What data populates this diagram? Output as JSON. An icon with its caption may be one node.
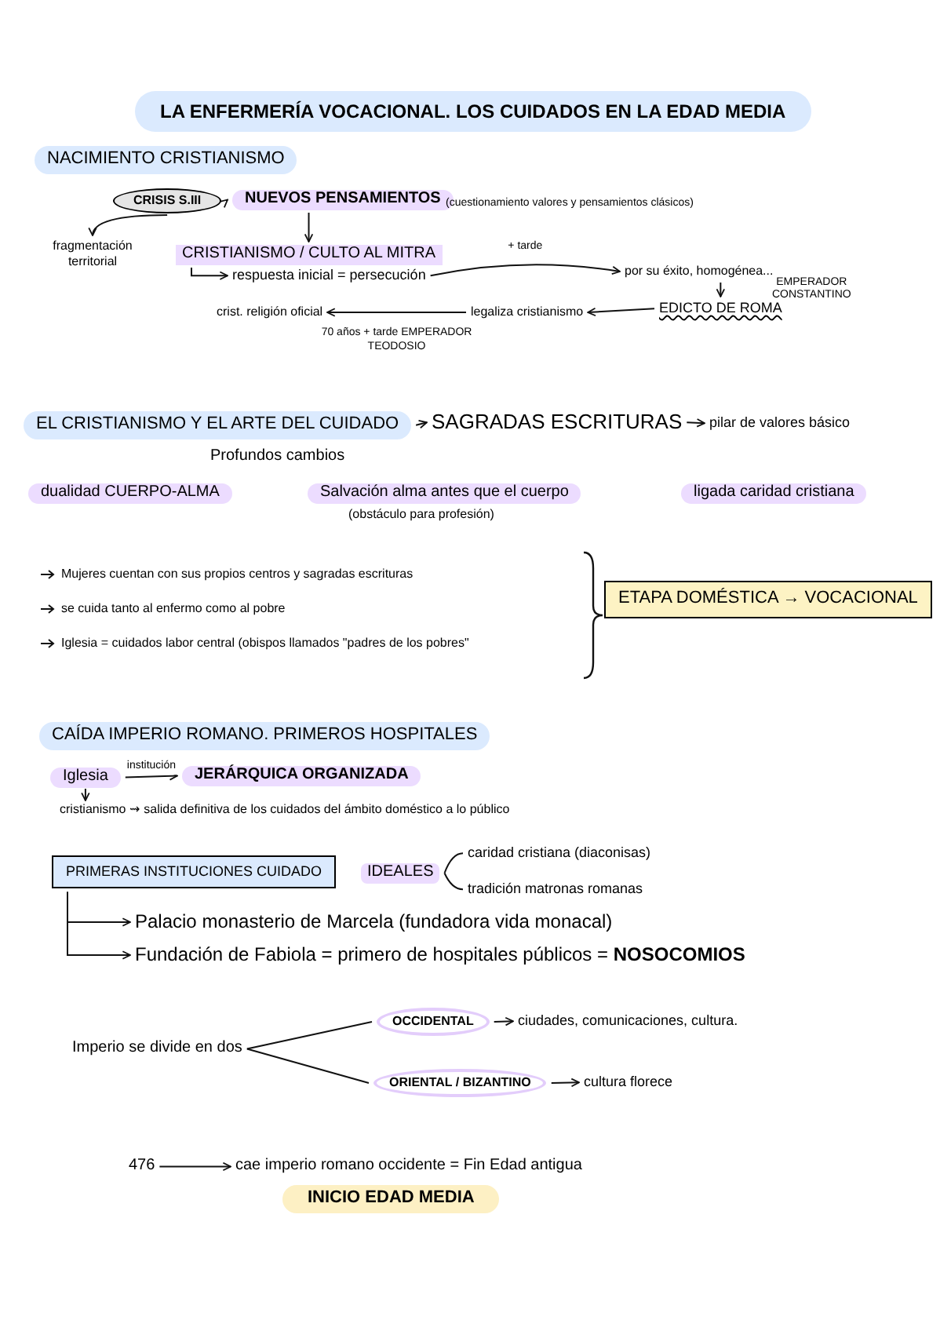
{
  "diagram": {
    "title": "LA ENFERMERÍA VOCACIONAL. LOS CUIDADOS EN LA EDAD MEDIA",
    "nodes": [
      {
        "text": [
          "NACIMIENTO CRISTIANISMO"
        ]
      },
      {
        "text": [
          "CRISIS S.III"
        ]
      },
      {
        "text": [
          "NUEVOS PENSAMIENTOS"
        ],
        "beside": [
          "(cuestionamiento valores y pensamientos clásicos)"
        ]
      },
      {
        "text": [
          "fragmentación territorial"
        ]
      },
      {
        "text": [
          "CRISTIANISMO / CULTO AL MITRA"
        ]
      },
      {
        "text": [
          "respuesta inicial = persecución"
        ]
      },
      {
        "text": [
          "por su éxito, homogénea..."
        ]
      },
      {
        "text": [
          "EDICTO DE ROMA"
        ]
      },
      {
        "text": [
          "legaliza cristianismo"
        ]
      },
      {
        "text": [
          "crist. religión oficial"
        ]
      },
      {
        "text": [
          "EL CRISTIANISMO Y EL ARTE DEL CUIDADO"
        ],
        "beside": [
          "Profundos cambios"
        ]
      },
      {
        "text": [
          "SAGRADAS ESCRITURAS"
        ]
      },
      {
        "text": [
          "pilar de valores básico"
        ]
      },
      {
        "text": [
          "dualidad CUERPO-ALMA"
        ]
      },
      {
        "text": [
          "Salvación alma antes que el cuerpo"
        ],
        "beside": [
          "(obstáculo para profesión)"
        ]
      },
      {
        "text": [
          "ligada caridad cristiana"
        ]
      },
      {
        "text": [
          "ETAPA DOMÉSTICA → VOCACIONAL"
        ]
      },
      {
        "text": [
          "CAÍDA IMPERIO ROMANO. PRIMEROS HOSPITALES"
        ]
      },
      {
        "text": [
          "Iglesia"
        ]
      },
      {
        "text": [
          "JERÁRQUICA ORGANIZADA"
        ]
      },
      {
        "text": [
          "cristianismo ⇝ salida definitiva de los cuidados del ámbito doméstico a lo público"
        ]
      },
      {
        "text": [
          "PRIMERAS INSTITUCIONES CUIDADO"
        ]
      },
      {
        "text": [
          "IDEALES"
        ]
      },
      {
        "text": [
          "caridad cristiana (diaconisas)"
        ]
      },
      {
        "text": [
          "tradición matronas romanas"
        ]
      },
      {
        "text": [
          "Palacio monasterio de Marcela (fundadora vida monacal)"
        ]
      },
      {
        "text": [
          "Fundación de Fabiola = primero de hospitales públicos = **NOSOCOMIOS**"
        ]
      },
      {
        "text": [
          "Imperio se divide en dos"
        ]
      },
      {
        "text": [
          "OCCIDENTAL"
        ]
      },
      {
        "text": [
          "ciudades, comunicaciones, cultura."
        ]
      },
      {
        "text": [
          "ORIENTAL / BIZANTINO"
        ]
      },
      {
        "text": [
          "cultura florece"
        ]
      },
      {
        "text": [
          "476"
        ]
      },
      {
        "text": [
          "cae imperio romano occidente = Fin Edad antigua"
        ]
      },
      {
        "text": [
          "INICIO EDAD MEDIA"
        ]
      }
    ],
    "edges": [
      {
        "from": 1,
        "to": 2,
        "arrow": "to"
      },
      {
        "from": 1,
        "to": 3,
        "arrow": "to"
      },
      {
        "from": 2,
        "to": 4,
        "arrow": "to"
      },
      {
        "from": 4,
        "to": 5,
        "arrow": "to"
      },
      {
        "from": 5,
        "to": 6,
        "arrow": "to",
        "label": "+ tarde"
      },
      {
        "from": 6,
        "to": 7,
        "arrow": "to",
        "label": "EMPERADOR CONSTANTINO"
      },
      {
        "from": 7,
        "to": 8,
        "arrow": "to"
      },
      {
        "from": 8,
        "to": 9,
        "arrow": "to",
        "label": "70 años + tarde EMPERADOR TEODOSIO"
      },
      {
        "from": 10,
        "to": 11,
        "arrow": "to"
      },
      {
        "from": 11,
        "to": 12,
        "arrow": "to"
      },
      {
        "from": 18,
        "to": 19,
        "arrow": "to",
        "label": "institución"
      },
      {
        "from": 18,
        "to": 20,
        "arrow": "to"
      },
      {
        "from": 22,
        "to": 23,
        "arrow": "none"
      },
      {
        "from": 22,
        "to": 24,
        "arrow": "none"
      },
      {
        "from": 21,
        "to": 25,
        "arrow": "to"
      },
      {
        "from": 21,
        "to": 26,
        "arrow": "to"
      },
      {
        "from": 27,
        "to": 28,
        "arrow": "none"
      },
      {
        "from": 27,
        "to": 30,
        "arrow": "none"
      },
      {
        "from": 28,
        "to": 29,
        "arrow": "to"
      },
      {
        "from": 30,
        "to": 31,
        "arrow": "to"
      },
      {
        "from": 32,
        "to": 33,
        "arrow": "to"
      }
    ],
    "labels": [
      "Mujeres cuentan con sus propios centros y sagradas escrituras",
      "se cuida tanto al enfermo como al pobre",
      "Iglesia = cuidados labor central (obispos llamados \"padres de los pobres\""
    ]
  }
}
